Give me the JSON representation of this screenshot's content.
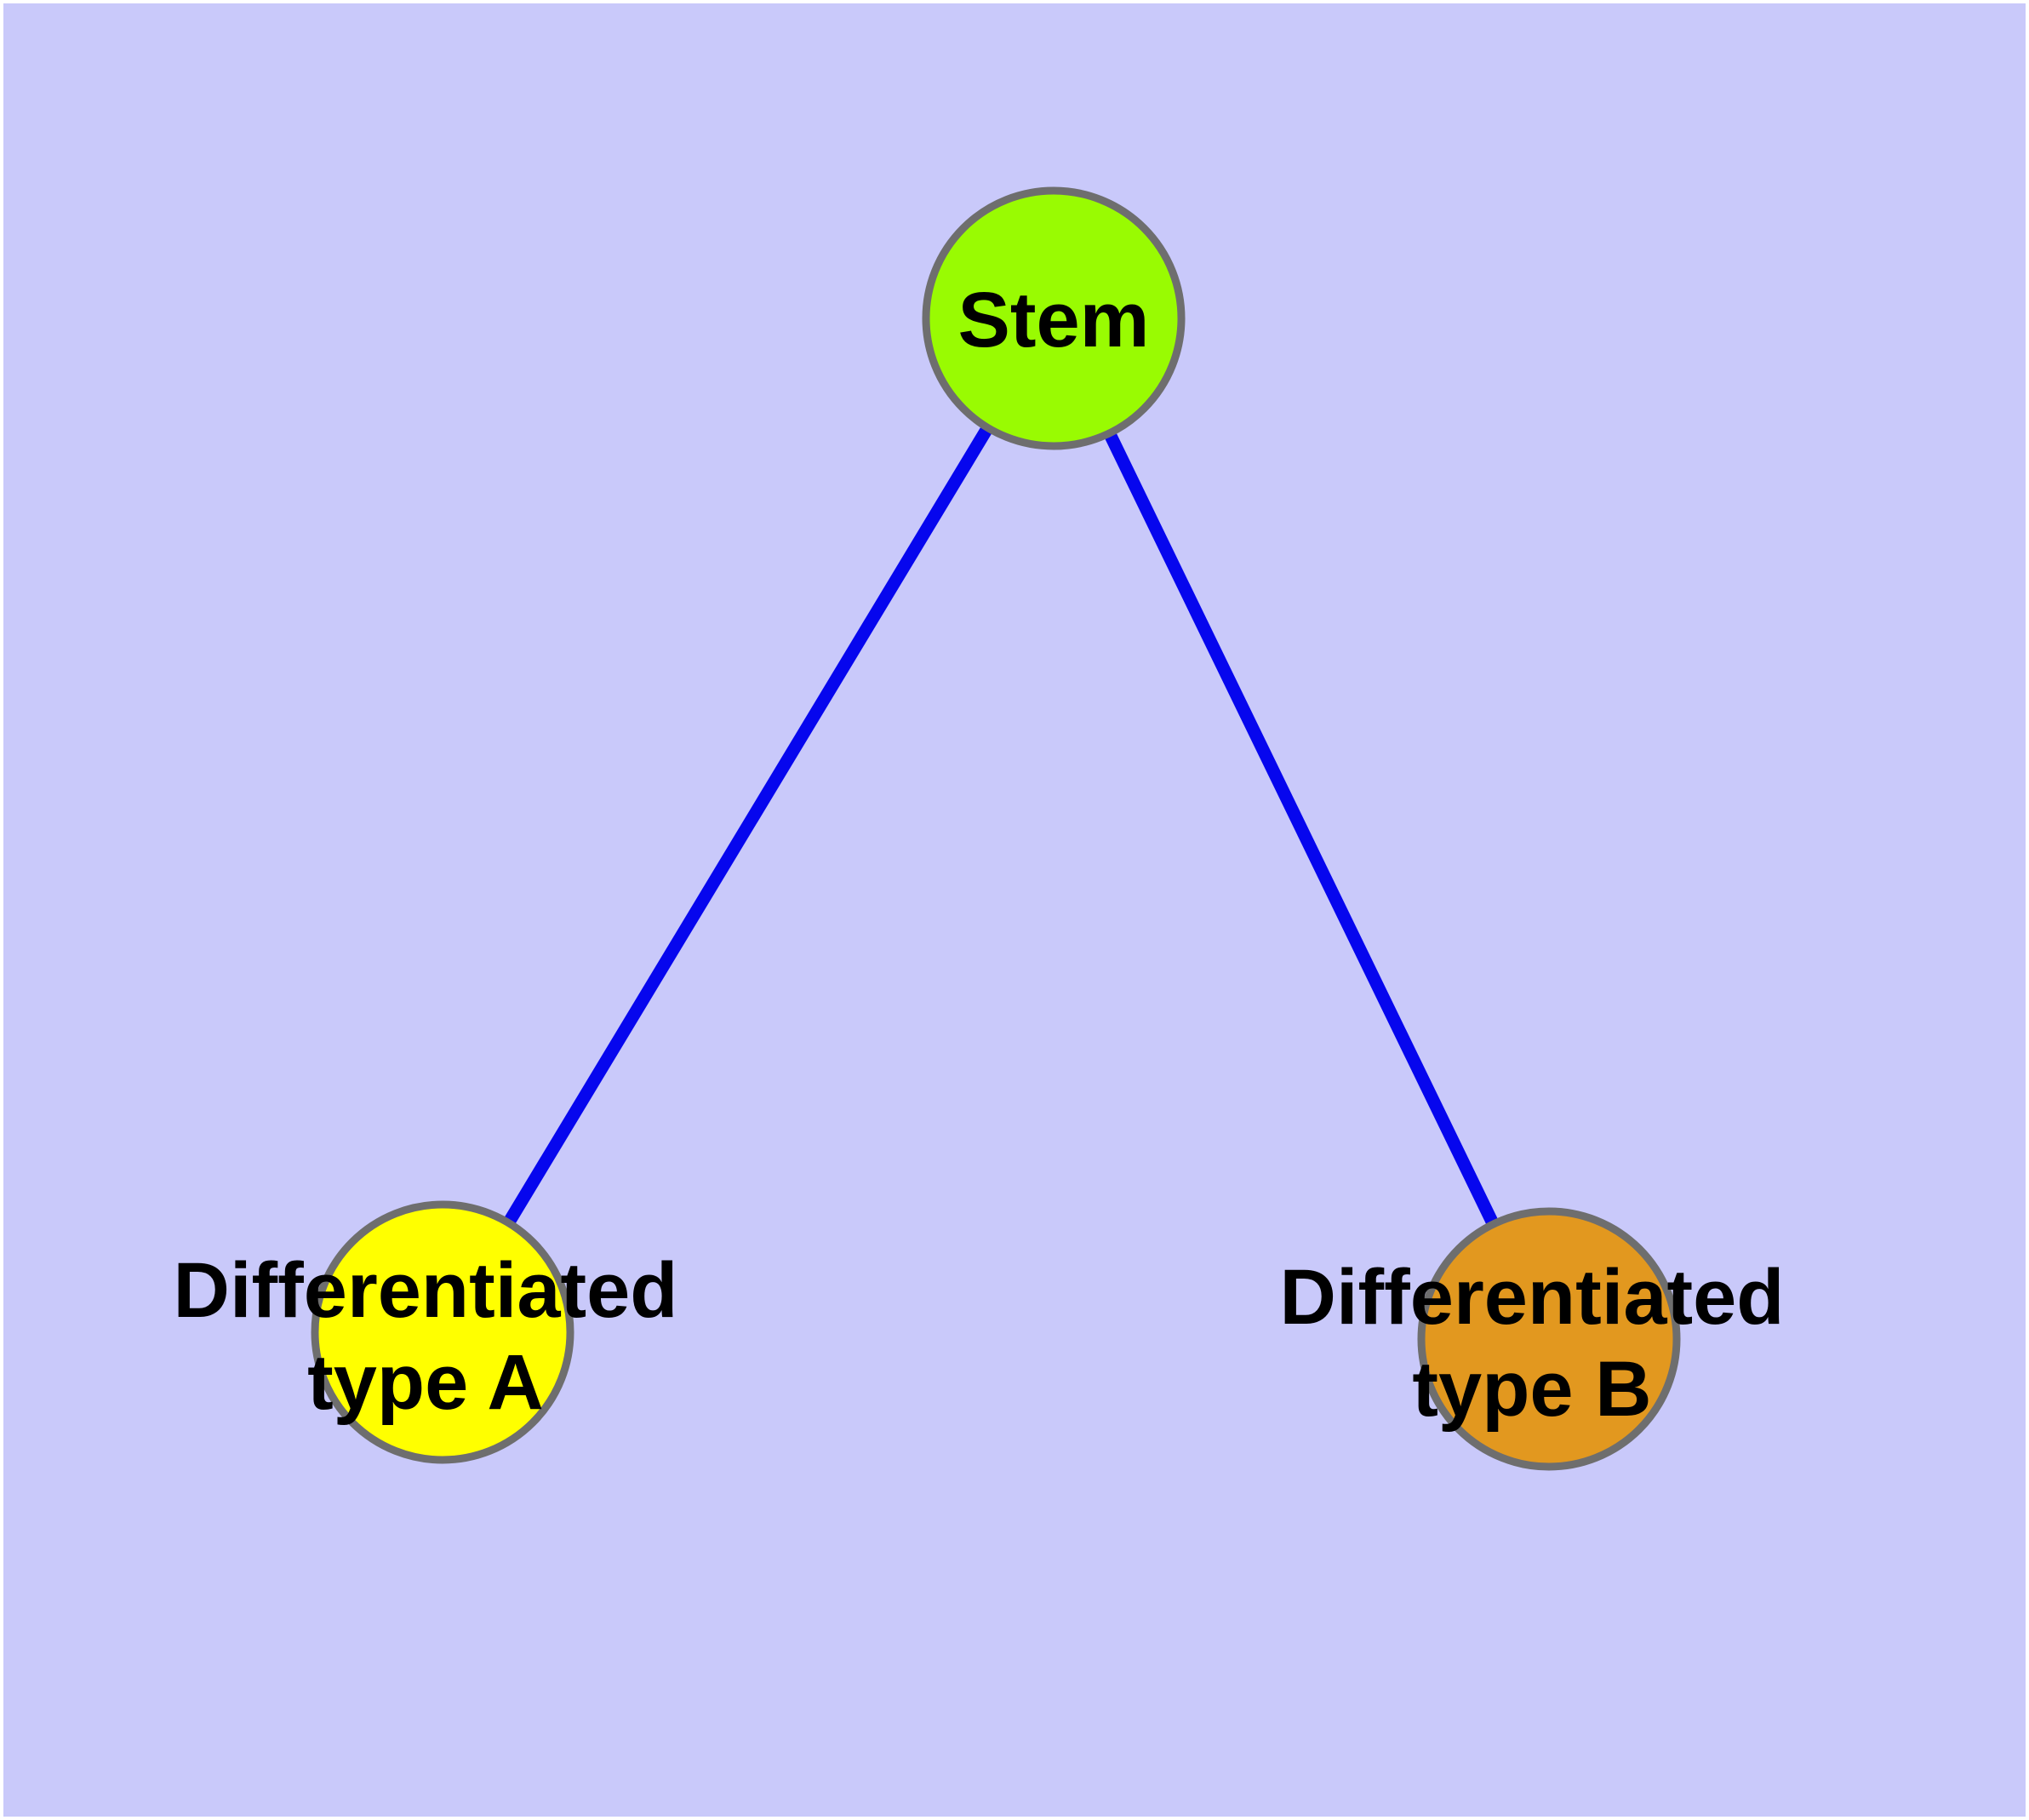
{
  "diagram": {
    "background_color": "#C9C9FA",
    "frame_color": "#FFFFFF",
    "edge_color": "#0606EE",
    "node_stroke_color": "#6E6E6E",
    "label_color": "#000000",
    "nodes": [
      {
        "id": "stem",
        "label_lines": [
          "Stem"
        ],
        "fill": "#99FB02"
      },
      {
        "id": "differentiated-type-a",
        "label_lines": [
          "Differentiated",
          "type A"
        ],
        "fill": "#FFFF00"
      },
      {
        "id": "differentiated-type-b",
        "label_lines": [
          "Differentiated",
          "type B"
        ],
        "fill": "#E2981F"
      }
    ],
    "edges": [
      {
        "from": "stem",
        "to": "differentiated-type-a"
      },
      {
        "from": "stem",
        "to": "differentiated-type-b"
      }
    ]
  }
}
